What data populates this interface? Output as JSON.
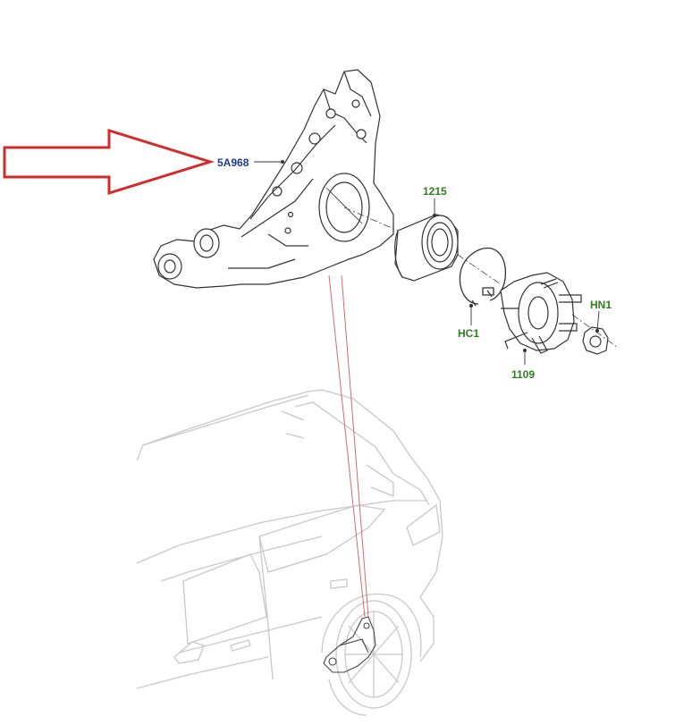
{
  "callouts": {
    "knuckle": "5A968",
    "bearing": "1215",
    "circlip": "HC1",
    "hub": "1109",
    "nut": "HN1"
  },
  "colors": {
    "knuckle_label": "#1a3a8c",
    "part_label": "#2e7d1e",
    "pointer_arrow": "#d42a2a",
    "leader_lines": "#d46a6a",
    "line_art": "#3a3a3a",
    "vehicle_outline": "#c8c8c8"
  }
}
